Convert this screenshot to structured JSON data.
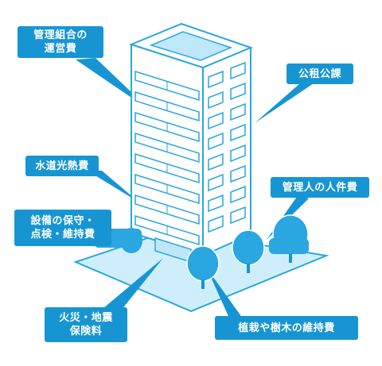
{
  "labels": {
    "management_fee": "管理組合の\n運営費",
    "public_taxes": "公租公課",
    "utilities": "水道光熱費",
    "staff_cost": "管理人の人件費",
    "equipment_maintenance": "設備の保守・\n点検・維持費",
    "insurance": "火災・地震\n保険料",
    "landscaping": "植栽や樹木の維持費"
  },
  "colors": {
    "label_bg": "#1795d3",
    "building_line": "#2aa6e0",
    "ground_fill": "#cfeefc",
    "tree_fill": "#2aa6e0"
  }
}
